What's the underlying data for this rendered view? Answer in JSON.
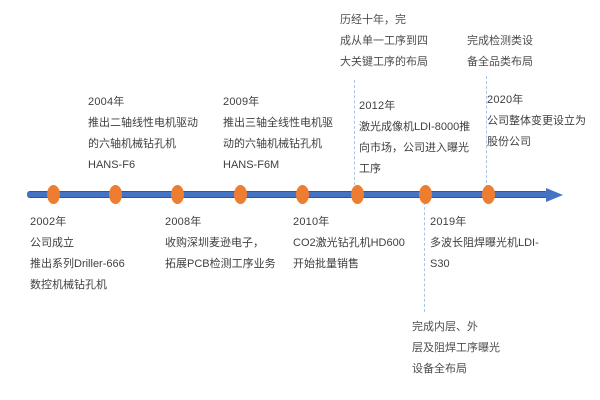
{
  "colors": {
    "axis": "#4472C4",
    "axis_edge": "#2F5597",
    "dot": "#ED7D31",
    "connector": "#A9C4E9",
    "text": "#3F3F3F"
  },
  "timeline": {
    "type": "horizontal-timeline",
    "direction": "left-to-right",
    "events": [
      {
        "year": "2002年",
        "side": "below",
        "lines": [
          "公司成立",
          "推出系列Driller-666",
          "数控机械钻孔机"
        ]
      },
      {
        "year": "2004年",
        "side": "above",
        "lines": [
          "推出二轴线性电机驱动",
          "的六轴机械钻孔机",
          "HANS-F6"
        ]
      },
      {
        "year": "2008年",
        "side": "below",
        "lines": [
          "收购深圳麦逊电子，",
          "拓展PCB检测工序业务"
        ]
      },
      {
        "year": "2009年",
        "side": "above",
        "lines": [
          "推出三轴全线性电机驱",
          "动的六轴机械钻孔机",
          "HANS-F6M"
        ]
      },
      {
        "year": "2010年",
        "side": "below",
        "lines": [
          "CO2激光钻孔机HD600",
          "开始批量销售"
        ]
      },
      {
        "year": "2012年",
        "side": "above",
        "lines": [
          "激光成像机LDI-8000推",
          "向市场，公司进入曝光",
          "工序"
        ]
      },
      {
        "year": "2019年",
        "side": "below",
        "lines": [
          "多波长阻焊曝光机LDI-",
          "S30"
        ]
      },
      {
        "year": "2020年",
        "side": "above",
        "lines": [
          "公司整体变更设立为",
          "股份公司"
        ]
      }
    ],
    "notes": [
      {
        "anchor_year": "2012",
        "position": "top",
        "lines": [
          "历经十年，完",
          "成从单一工序到四",
          "大关键工序的布局"
        ]
      },
      {
        "anchor_year": "2020",
        "position": "top",
        "lines": [
          "完成检测类设",
          "备全品类布局"
        ]
      },
      {
        "anchor_year": "2019",
        "position": "bottom",
        "lines": [
          "完成内层、外",
          "层及阻焊工序曝光",
          "设备全布局"
        ]
      }
    ]
  }
}
